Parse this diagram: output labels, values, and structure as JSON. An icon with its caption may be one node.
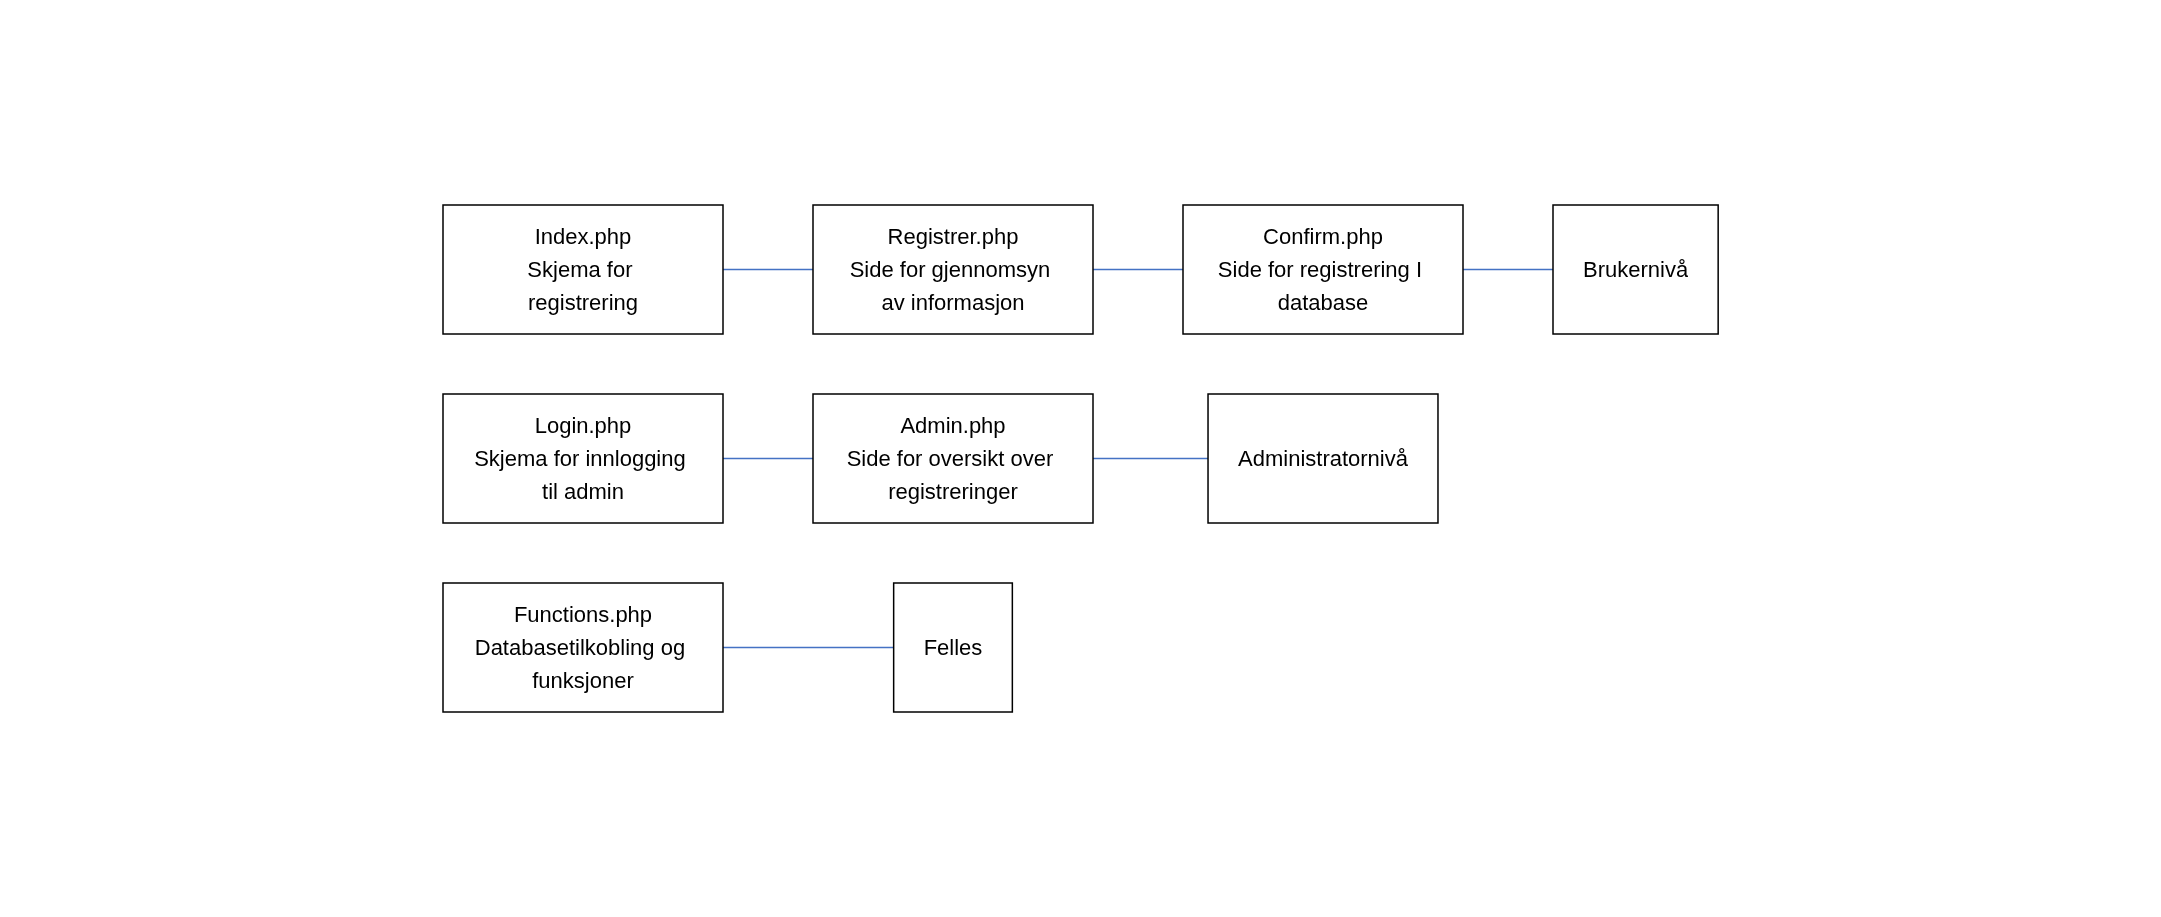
{
  "diagram": {
    "nodes": [
      {
        "text": [
          "Index.php",
          "Skjema for registrering"
        ]
      },
      {
        "text": [
          "Registrer.php",
          "Side for gjennomsyn av informasjon"
        ]
      },
      {
        "text": [
          "Confirm.php",
          "Side for registrering I database"
        ]
      },
      {
        "text": [
          "Brukernivå"
        ]
      },
      {
        "text": [
          "Login.php",
          "Skjema for innlogging til admin"
        ]
      },
      {
        "text": [
          "Admin.php",
          "Side for oversikt over registreringer"
        ]
      },
      {
        "text": [
          "Administratornivå"
        ]
      },
      {
        "text": [
          "Functions.php",
          "Databasetilkobling og funksjoner"
        ]
      },
      {
        "text": [
          "Felles"
        ]
      }
    ],
    "edges": [
      {
        "from": 0,
        "to": 1,
        "arrow": "none"
      },
      {
        "from": 1,
        "to": 2,
        "arrow": "none"
      },
      {
        "from": 2,
        "to": 3,
        "arrow": "none"
      },
      {
        "from": 4,
        "to": 5,
        "arrow": "none"
      },
      {
        "from": 5,
        "to": 6,
        "arrow": "none"
      },
      {
        "from": 7,
        "to": 8,
        "arrow": "none"
      }
    ]
  }
}
